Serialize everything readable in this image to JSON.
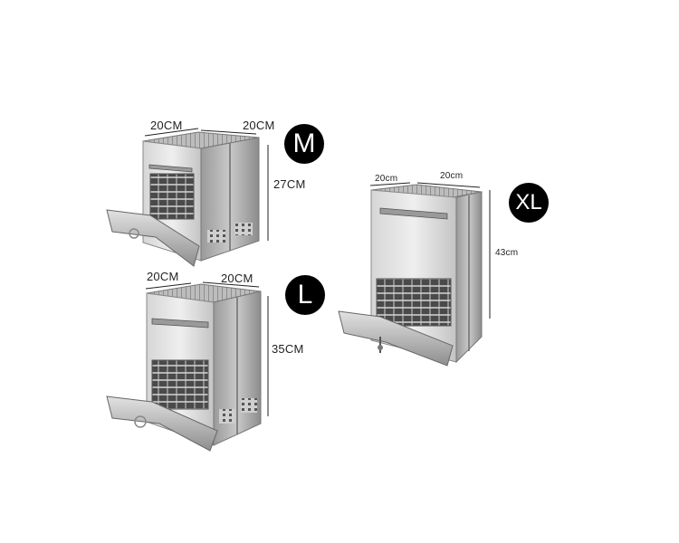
{
  "sizes": {
    "m": {
      "badge": "M",
      "width": "20CM",
      "depth": "20CM",
      "height": "27CM"
    },
    "l": {
      "badge": "L",
      "width": "20CM",
      "depth": "20CM",
      "height": "35CM"
    },
    "xl": {
      "badge": "XL",
      "width": "20cm",
      "depth": "20cm",
      "height": "43cm"
    }
  },
  "colors": {
    "steel_light": "#d9d9d9",
    "steel_mid": "#b5b5b5",
    "steel_dark": "#7a7a7a",
    "badge_bg": "#000000"
  }
}
